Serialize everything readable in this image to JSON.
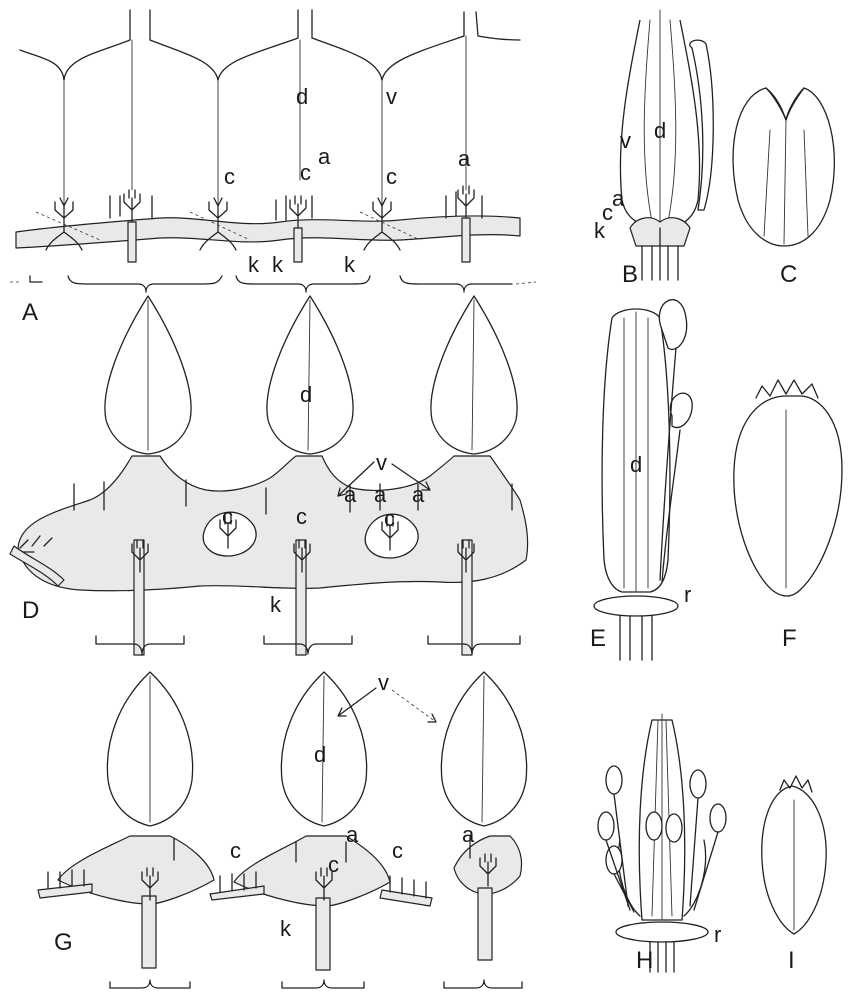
{
  "panels": {
    "A": "A",
    "B": "B",
    "C": "C",
    "D": "D",
    "E": "E",
    "F": "F",
    "G": "G",
    "H": "H",
    "I": "I"
  },
  "labels": {
    "d": "d",
    "v": "v",
    "a": "a",
    "c": "c",
    "k": "k",
    "r": "r"
  }
}
